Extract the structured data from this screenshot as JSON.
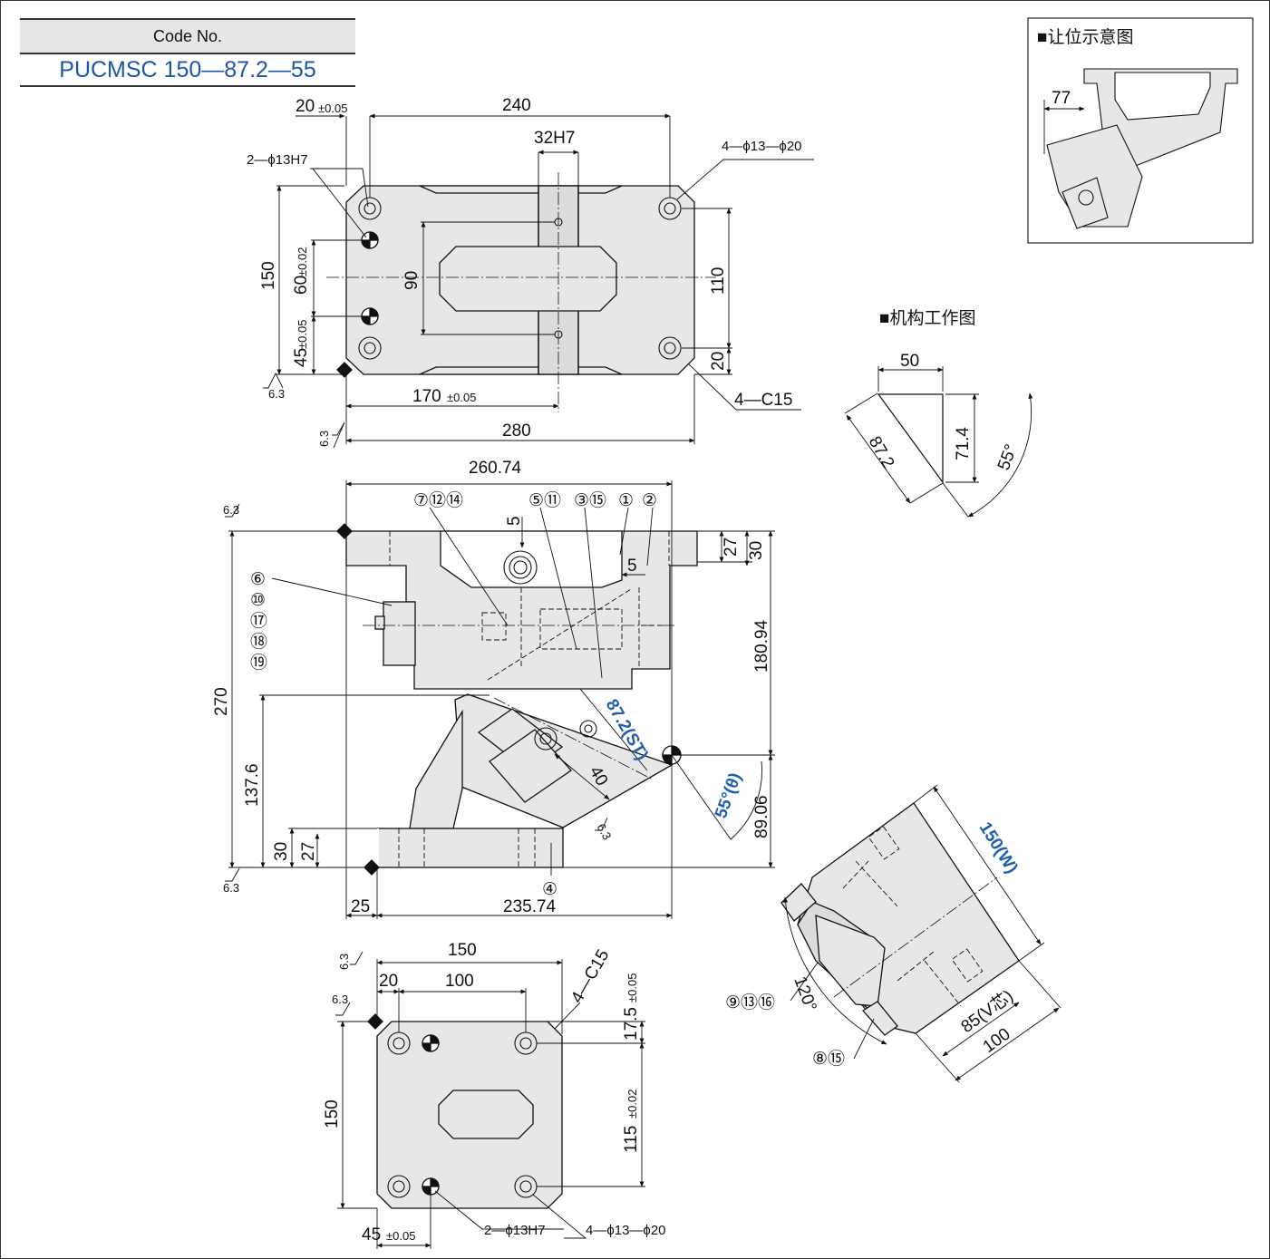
{
  "code_box": {
    "label": "Code No.",
    "value": "PUCMSC 150—87.2—55"
  },
  "insets": {
    "clearance": {
      "title": "■让位示意图",
      "dim": "77"
    },
    "mechanism": {
      "title": "■机构工作图",
      "top": "50",
      "slant": "87.2",
      "height": "71.4",
      "angle": "55°"
    }
  },
  "top_view": {
    "d_20": "20",
    "tol_005": "±0.05",
    "d_240": "240",
    "d_32h7": "32H7",
    "holes_4": "4—ϕ13—ϕ20",
    "holes_2": "2—ϕ13H7",
    "d_150": "150",
    "d_60": "60",
    "tol_002": "±0.02",
    "d_45": "45",
    "tol_005b": "±0.05",
    "d_90": "90",
    "d_110": "110",
    "d_20b": "20",
    "d_170": "170",
    "tol_005c": "±0.05",
    "d_280": "280",
    "chamfer": "4—C15",
    "rough": "6.3",
    "rough2": "6.3"
  },
  "side_view": {
    "d_26074": "260.74",
    "d_5": "5",
    "d_5b": "5",
    "d_27": "27",
    "d_30": "30",
    "d_18094": "180.94",
    "d_270": "270",
    "d_1376": "137.6",
    "d_30b": "30",
    "d_27b": "27",
    "d_8906": "89.06",
    "d_25": "25",
    "d_23574": "235.74",
    "d_40": "40",
    "stroke": "87.2(ST)",
    "angle": "55°(θ)",
    "c1": "⑦⑫⑭",
    "c2": "⑤⑪",
    "c3": "③⑮",
    "c4": "①",
    "c5": "②",
    "c6": "⑥",
    "c7": "⑩",
    "c8": "⑰",
    "c9": "⑱",
    "c10": "⑲",
    "c11": "④",
    "rough": "6.3",
    "rough2": "6.3",
    "rough3": "6.3"
  },
  "iso_view": {
    "width": "150(W)",
    "vcenter": "85(V芯)",
    "d_100": "100",
    "angle": "120°",
    "c_a": "⑨⑬⑯",
    "c_b": "⑧⑮"
  },
  "bottom_view": {
    "d_150": "150",
    "d_20": "20",
    "d_100": "100",
    "chamfer": "4—C15",
    "d_175": "17.5",
    "tol_005": "±0.05",
    "d_115": "115",
    "tol_002": "±0.02",
    "d_150v": "150",
    "d_45": "45",
    "tol_005b": "±0.05",
    "holes_2": "2—ϕ13H7",
    "holes_4": "4—ϕ13—ϕ20",
    "rough": "6.3",
    "rough2": "6.3"
  }
}
